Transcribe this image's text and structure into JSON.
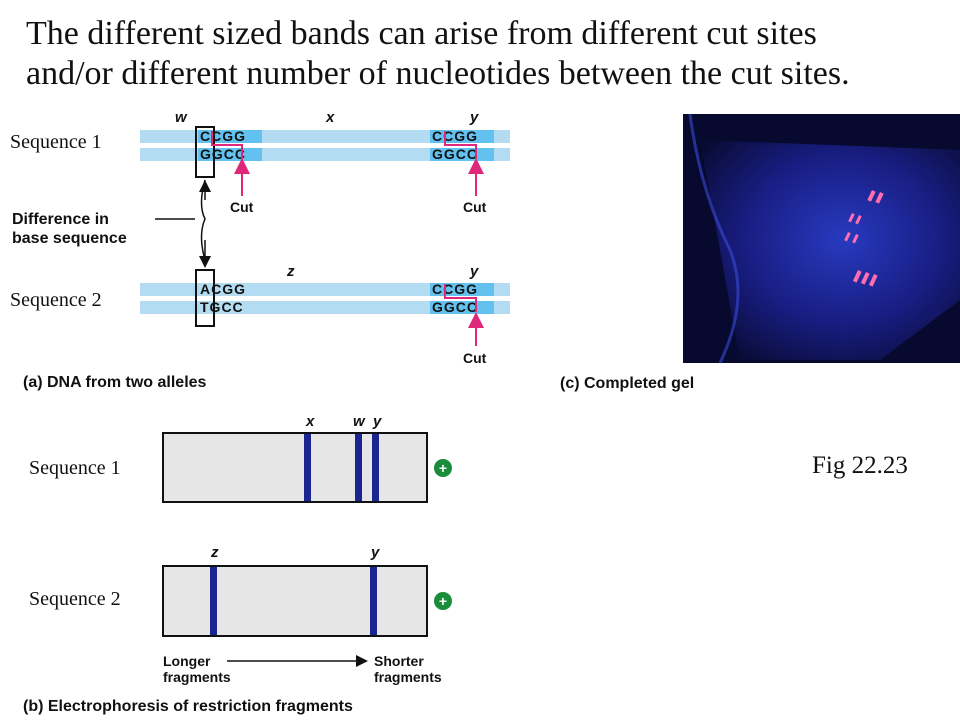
{
  "title_lines": [
    "The different sized bands can arise from different cut sites",
    "and/or different number of nucleotides between the cut sites."
  ],
  "sequence_labels": {
    "seq1_dna": "Sequence 1",
    "seq2_dna": "Sequence 2",
    "seq1_gel": "Sequence 1",
    "seq2_gel": "Sequence 2"
  },
  "fig_label": "Fig 22.23",
  "dna_panel": {
    "site_labels": {
      "w": "w",
      "x": "x",
      "y": "y",
      "z": "z",
      "y2": "y"
    },
    "seq1_site_w": {
      "top": "CCGG",
      "bottom": "GGCC"
    },
    "seq1_site_y": {
      "top": "CCGG",
      "bottom": "GGCC"
    },
    "seq2_site_w": {
      "top": "ACGG",
      "bottom": "TGCC"
    },
    "seq2_site_y": {
      "top": "CCGG",
      "bottom": "GGCC"
    },
    "cut_label": "Cut",
    "difference_line1": "Difference in",
    "difference_line2": "base sequence",
    "caption": "(a) DNA from two alleles"
  },
  "gel_panel": {
    "seq1_band_labels": [
      "x",
      "w",
      "y"
    ],
    "seq2_band_labels": [
      "z",
      "y"
    ],
    "plus": "+",
    "longer_line1": "Longer",
    "longer_line2": "fragments",
    "shorter_line1": "Shorter",
    "shorter_line2": "fragments",
    "caption": "(b) Electrophoresis of restriction fragments"
  },
  "photo_caption": "(c) Completed gel",
  "colors": {
    "dna_strand": "#b3dcf3",
    "site_box": "#62c1ee",
    "cut_arrow": "#e0287a",
    "gel_lane": "#e6e6e6",
    "band": "#1a2590",
    "plus_circle": "#1a8c3a",
    "photo_bg": "#0b0f3a"
  }
}
